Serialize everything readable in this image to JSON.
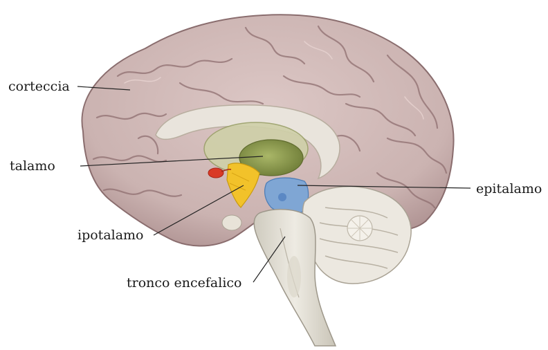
{
  "diagram": {
    "labels": {
      "corteccia": "corteccia",
      "talamo": "talamo",
      "ipotalamo": "ipotalamo",
      "tronco": "tronco encefalico",
      "epitalamo": "epitalamo"
    }
  },
  "colors": {
    "cortex": "#cfb8b6",
    "cortex_shadow": "#9c7f80",
    "thalamus": "#8c9a4f",
    "hypothalamus": "#f2c22a",
    "epithalamus": "#7fa6d4",
    "pituitary": "#d93a26",
    "brainstem": "#e3e0d6",
    "cerebellum": "#ece8e0"
  }
}
